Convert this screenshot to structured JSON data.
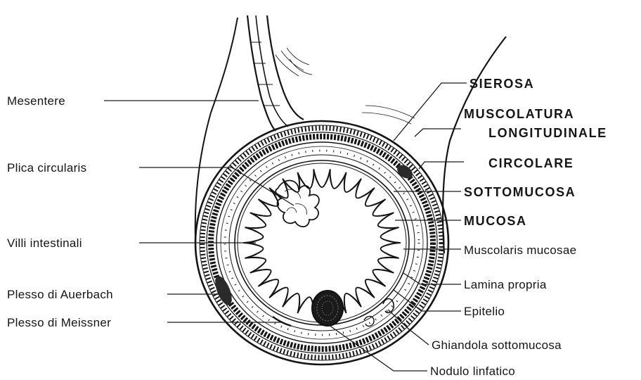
{
  "labels_left": [
    {
      "id": "mesentere",
      "text": "Mesentere"
    },
    {
      "id": "plica",
      "text": "Plica circularis"
    },
    {
      "id": "villi",
      "text": "Villi intestinali"
    },
    {
      "id": "auerbach",
      "text": "Plesso di Auerbach"
    },
    {
      "id": "meissner",
      "text": "Plesso di Meissner"
    }
  ],
  "labels_right": [
    {
      "id": "sierosa",
      "text": "SIEROSA"
    },
    {
      "id": "muscolatura",
      "text": "MUSCOLATURA"
    },
    {
      "id": "longitudinale",
      "text": "LONGITUDINALE"
    },
    {
      "id": "circolare",
      "text": "CIRCOLARE"
    },
    {
      "id": "sottomucosa",
      "text": "SOTTOMUCOSA"
    },
    {
      "id": "mucosa",
      "text": "MUCOSA"
    },
    {
      "id": "muscolaris",
      "text": "Muscolaris mucosae"
    },
    {
      "id": "lamina",
      "text": "Lamina propria"
    },
    {
      "id": "epitelio",
      "text": "Epitelio"
    },
    {
      "id": "ghiandola",
      "text": "Ghiandola sottomucosa"
    },
    {
      "id": "nodulo",
      "text": "Nodulo linfatico"
    }
  ],
  "colors": {
    "ink": "#141414",
    "paper": "#ffffff"
  }
}
